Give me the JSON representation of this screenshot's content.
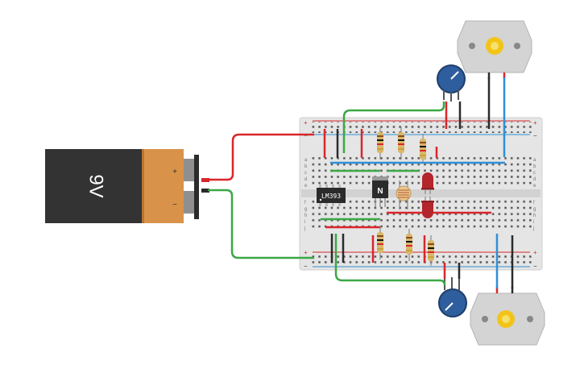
{
  "battery": {
    "label": "9V",
    "plus_sign": "+",
    "minus_sign": "−"
  },
  "chip": {
    "label": "LM393"
  },
  "transistor": {
    "label": "N"
  },
  "breadboard": {
    "rail_plus": "+",
    "rail_minus": "−",
    "row_letters_top": [
      "a",
      "b",
      "c",
      "d",
      "e"
    ],
    "row_letters_bottom": [
      "f",
      "g",
      "h",
      "i",
      "j"
    ]
  },
  "colors": {
    "wire_red": "#d9262b",
    "wire_green": "#3aa845",
    "wire_blue": "#2f8fd6",
    "wire_black": "#2b2b2b",
    "battery_body": "#333333",
    "battery_cap": "#d9924a",
    "pot": "#2f5e9e",
    "led": "#b3262c"
  },
  "icons": [
    "battery-icon",
    "motor-icon",
    "potentiometer-icon",
    "led-icon",
    "photoresistor-icon",
    "resistor-icon"
  ]
}
